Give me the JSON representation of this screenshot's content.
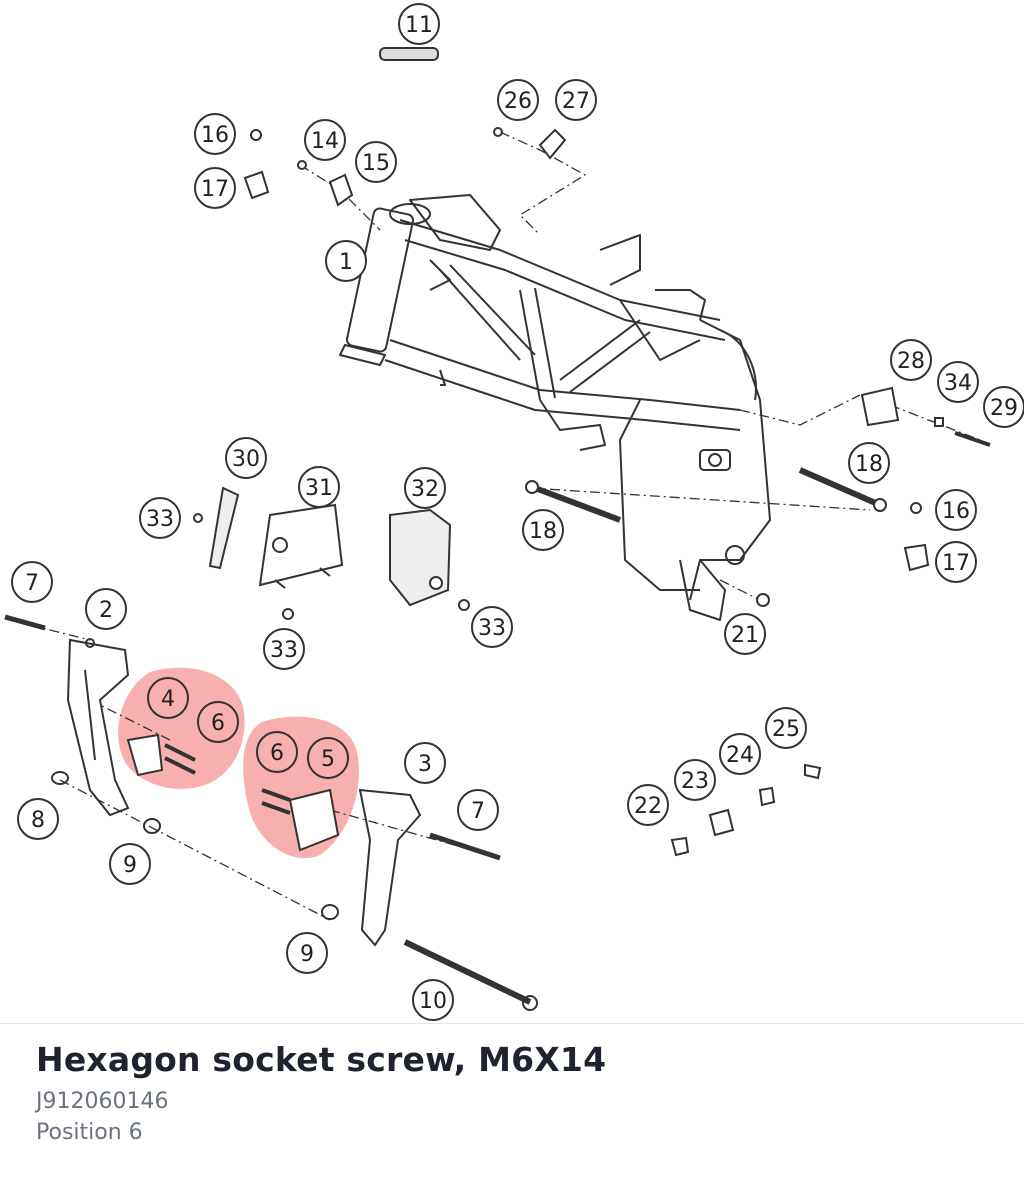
{
  "part": {
    "title": "Hexagon socket screw, M6X14",
    "number": "J912060146",
    "position": "Position 6"
  },
  "colors": {
    "highlight": "#f26d6d",
    "line": "#333333",
    "title": "#1f2330",
    "subtext": "#6b7280"
  },
  "callouts": [
    {
      "id": "c11",
      "label": "11"
    },
    {
      "id": "c26",
      "label": "26"
    },
    {
      "id": "c27",
      "label": "27"
    },
    {
      "id": "c16a",
      "label": "16"
    },
    {
      "id": "c14",
      "label": "14"
    },
    {
      "id": "c15",
      "label": "15"
    },
    {
      "id": "c17a",
      "label": "17"
    },
    {
      "id": "c1",
      "label": "1"
    },
    {
      "id": "c28",
      "label": "28"
    },
    {
      "id": "c34",
      "label": "34"
    },
    {
      "id": "c29",
      "label": "29"
    },
    {
      "id": "c18a",
      "label": "18"
    },
    {
      "id": "c30",
      "label": "30"
    },
    {
      "id": "c31",
      "label": "31"
    },
    {
      "id": "c32",
      "label": "32"
    },
    {
      "id": "c33a",
      "label": "33"
    },
    {
      "id": "c16b",
      "label": "16"
    },
    {
      "id": "c18b",
      "label": "18"
    },
    {
      "id": "c17b",
      "label": "17"
    },
    {
      "id": "c7a",
      "label": "7"
    },
    {
      "id": "c2",
      "label": "2"
    },
    {
      "id": "c33b",
      "label": "33"
    },
    {
      "id": "c33c",
      "label": "33"
    },
    {
      "id": "c21",
      "label": "21"
    },
    {
      "id": "c4",
      "label": "4"
    },
    {
      "id": "c6a",
      "label": "6"
    },
    {
      "id": "c6b",
      "label": "6"
    },
    {
      "id": "c5",
      "label": "5"
    },
    {
      "id": "c3",
      "label": "3"
    },
    {
      "id": "c25",
      "label": "25"
    },
    {
      "id": "c24",
      "label": "24"
    },
    {
      "id": "c23",
      "label": "23"
    },
    {
      "id": "c22",
      "label": "22"
    },
    {
      "id": "c7b",
      "label": "7"
    },
    {
      "id": "c8",
      "label": "8"
    },
    {
      "id": "c9a",
      "label": "9"
    },
    {
      "id": "c9b",
      "label": "9"
    },
    {
      "id": "c10",
      "label": "10"
    }
  ]
}
